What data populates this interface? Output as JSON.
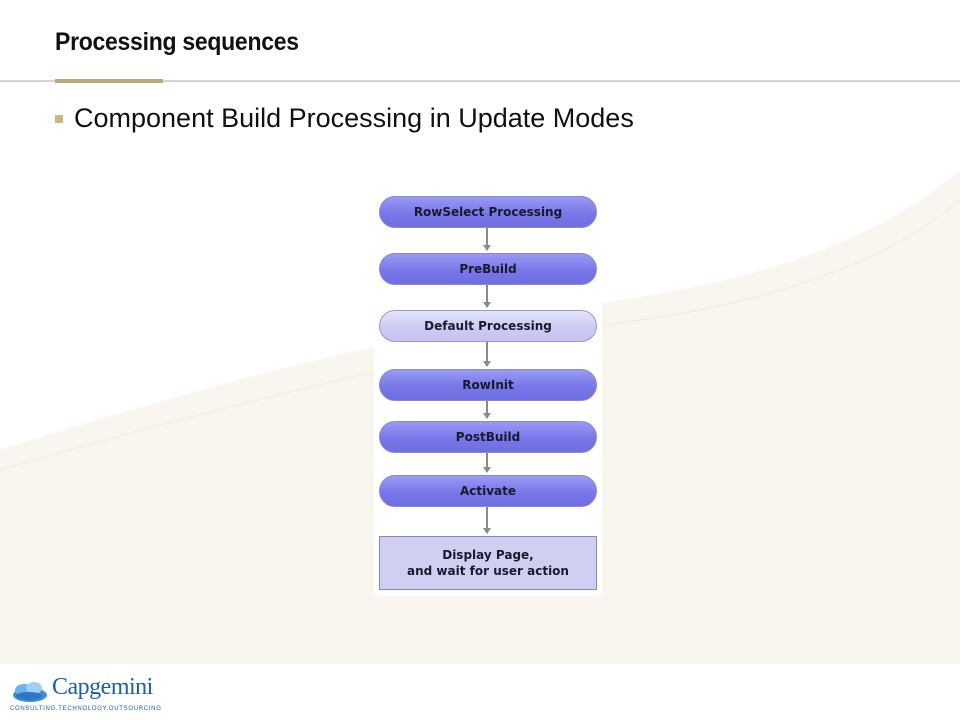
{
  "slide": {
    "title": "Processing sequences",
    "bullet": "Component Build Processing in Update Modes"
  },
  "flow": {
    "nodes": [
      {
        "label": "RowSelect Processing"
      },
      {
        "label": "PreBuild"
      },
      {
        "label": "Default Processing"
      },
      {
        "label": "RowInit"
      },
      {
        "label": "PostBuild"
      },
      {
        "label": "Activate"
      }
    ],
    "final": {
      "line1": "Display Page,",
      "line2": "and wait for user action"
    }
  },
  "footer": {
    "logo_word": "Capgemini",
    "logo_tagline": "CONSULTING.TECHNOLOGY.OUTSOURCING"
  },
  "colors": {
    "node_fill": "#7777ea",
    "node_light_fill": "#cacaf3",
    "accent": "#b8a97a",
    "brand": "#1f5fa6"
  }
}
